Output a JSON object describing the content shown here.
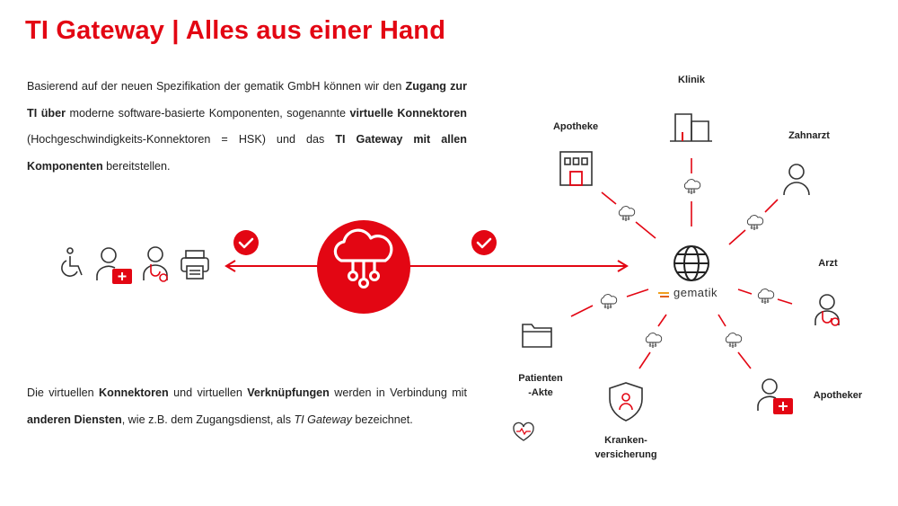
{
  "header": {
    "title": "TI Gateway | Alles aus einer Hand"
  },
  "intro": {
    "t1": "Basierend auf der neuen Spezifikation der gematik GmbH können wir den ",
    "b1": "Zugang zur TI über",
    "t2": " moderne software-basierte Komponenten, sogenannte ",
    "b2": "virtuelle Konnektoren",
    "t3": " (Hochgeschwindigkeits-Konnektoren = HSK) und das ",
    "b3": "TI Gateway mit allen Komponenten",
    "t4": " bereitstellen."
  },
  "outro": {
    "t1": "Die virtuellen ",
    "b1": "Konnektoren",
    "t2": " und virtuellen ",
    "b2": "Verknüpfungen",
    "t3": " werden in Verbindung mit ",
    "b3": "anderen Diensten",
    "t4": ", wie z.B. dem Zugangsdienst, als ",
    "i1": "TI Gateway",
    "t5": " bezeichnet."
  },
  "nodes": {
    "klinik": "Klinik",
    "apotheke_top": "Apotheke",
    "zahnarzt": "Zahnarzt",
    "arzt": "Arzt",
    "apotheker": "Apotheker",
    "krankenversicherung_l1": "Kranken-",
    "krankenversicherung_l2": "versicherung",
    "patientenakte_l1": "Patienten",
    "patientenakte_l2": "-Akte"
  },
  "hub": {
    "brand": "gematik",
    "icon": "globe-icon"
  },
  "colors": {
    "accent": "#e30613",
    "text": "#222222"
  }
}
